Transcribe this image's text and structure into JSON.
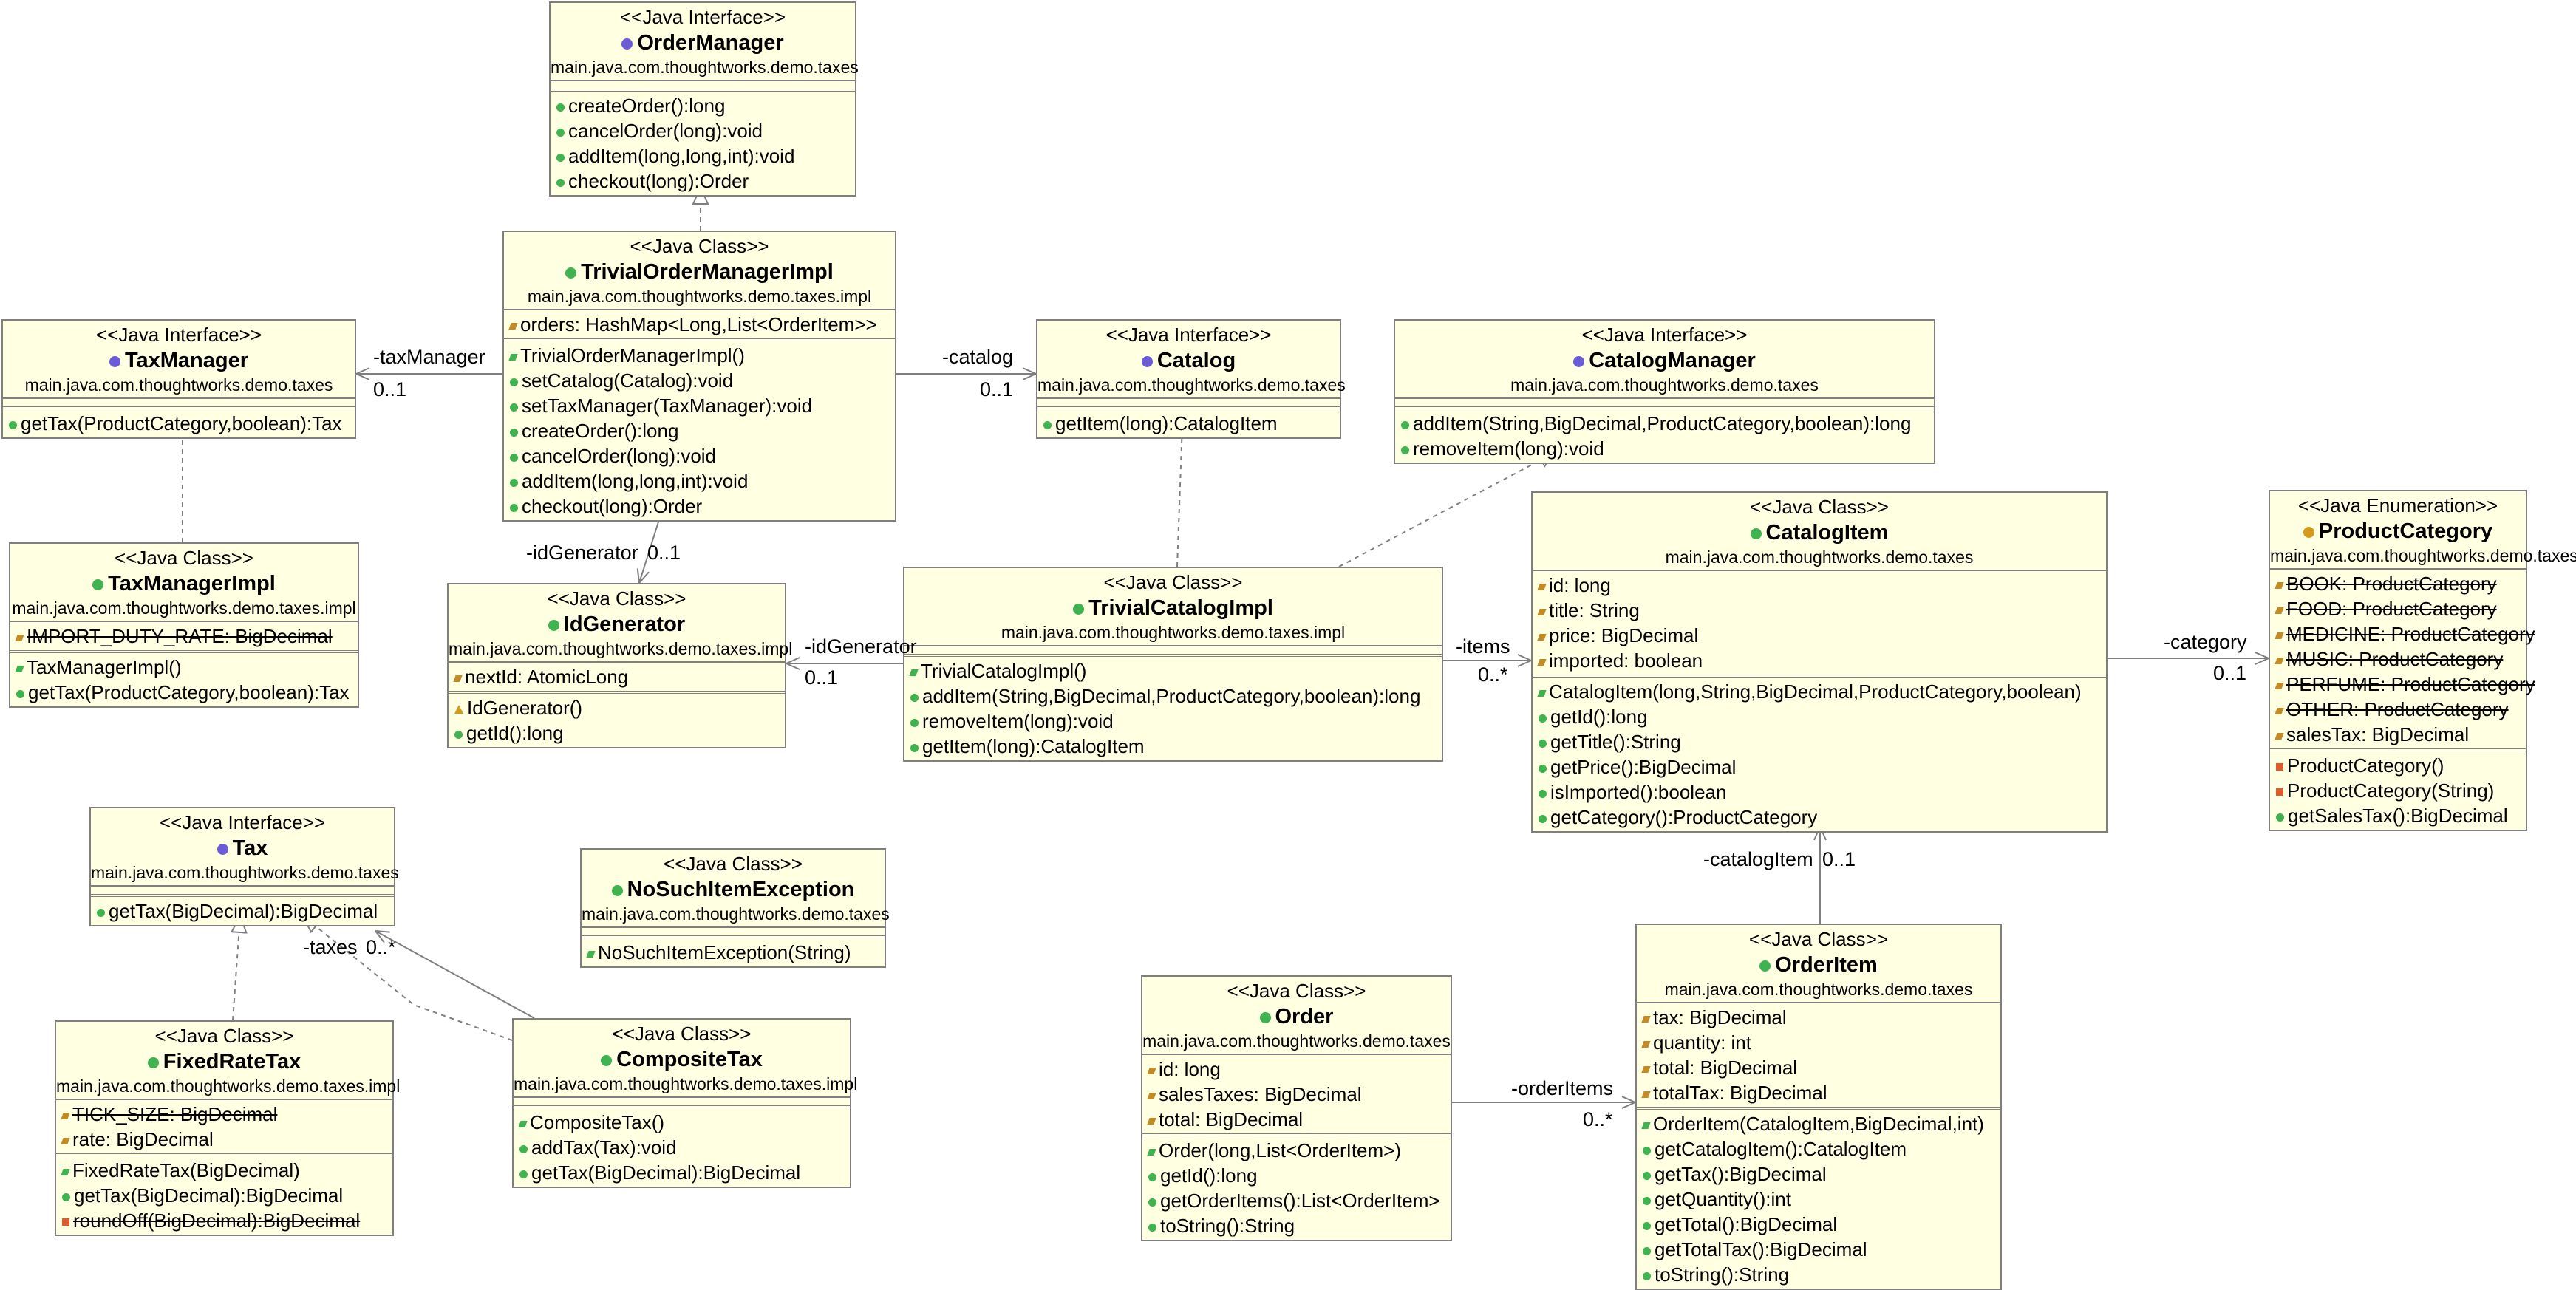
{
  "classes": {
    "order_manager": {
      "stereotype": "<<Java Interface>>",
      "name": "OrderManager",
      "package": "main.java.com.thoughtworks.demo.taxes",
      "methods": [
        "createOrder():long",
        "cancelOrder(long):void",
        "addItem(long,long,int):void",
        "checkout(long):Order"
      ]
    },
    "trivial_order_manager_impl": {
      "stereotype": "<<Java Class>>",
      "name": "TrivialOrderManagerImpl",
      "package": "main.java.com.thoughtworks.demo.taxes.impl",
      "fields": [
        "orders: HashMap<Long,List<OrderItem>>"
      ],
      "methods": [
        "TrivialOrderManagerImpl()",
        "setCatalog(Catalog):void",
        "setTaxManager(TaxManager):void",
        "createOrder():long",
        "cancelOrder(long):void",
        "addItem(long,long,int):void",
        "checkout(long):Order"
      ]
    },
    "tax_manager": {
      "stereotype": "<<Java Interface>>",
      "name": "TaxManager",
      "package": "main.java.com.thoughtworks.demo.taxes",
      "methods": [
        "getTax(ProductCategory,boolean):Tax"
      ]
    },
    "tax_manager_impl": {
      "stereotype": "<<Java Class>>",
      "name": "TaxManagerImpl",
      "package": "main.java.com.thoughtworks.demo.taxes.impl",
      "fields": [
        "IMPORT_DUTY_RATE: BigDecimal"
      ],
      "methods": [
        "TaxManagerImpl()",
        "getTax(ProductCategory,boolean):Tax"
      ]
    },
    "id_generator": {
      "stereotype": "<<Java Class>>",
      "name": "IdGenerator",
      "package": "main.java.com.thoughtworks.demo.taxes.impl",
      "fields": [
        "nextId: AtomicLong"
      ],
      "methods": [
        "IdGenerator()",
        "getId():long"
      ]
    },
    "catalog": {
      "stereotype": "<<Java Interface>>",
      "name": "Catalog",
      "package": "main.java.com.thoughtworks.demo.taxes",
      "methods": [
        "getItem(long):CatalogItem"
      ]
    },
    "catalog_manager": {
      "stereotype": "<<Java Interface>>",
      "name": "CatalogManager",
      "package": "main.java.com.thoughtworks.demo.taxes",
      "methods": [
        "addItem(String,BigDecimal,ProductCategory,boolean):long",
        "removeItem(long):void"
      ]
    },
    "trivial_catalog_impl": {
      "stereotype": "<<Java Class>>",
      "name": "TrivialCatalogImpl",
      "package": "main.java.com.thoughtworks.demo.taxes.impl",
      "methods": [
        "TrivialCatalogImpl()",
        "addItem(String,BigDecimal,ProductCategory,boolean):long",
        "removeItem(long):void",
        "getItem(long):CatalogItem"
      ]
    },
    "catalog_item": {
      "stereotype": "<<Java Class>>",
      "name": "CatalogItem",
      "package": "main.java.com.thoughtworks.demo.taxes",
      "fields": [
        "id: long",
        "title: String",
        "price: BigDecimal",
        "imported: boolean"
      ],
      "methods": [
        "CatalogItem(long,String,BigDecimal,ProductCategory,boolean)",
        "getId():long",
        "getTitle():String",
        "getPrice():BigDecimal",
        "isImported():boolean",
        "getCategory():ProductCategory"
      ]
    },
    "product_category": {
      "stereotype": "<<Java Enumeration>>",
      "name": "ProductCategory",
      "package": "main.java.com.thoughtworks.demo.taxes",
      "fields": [
        "BOOK: ProductCategory",
        "FOOD: ProductCategory",
        "MEDICINE: ProductCategory",
        "MUSIC: ProductCategory",
        "PERFUME: ProductCategory",
        "OTHER: ProductCategory",
        "salesTax: BigDecimal"
      ],
      "methods": [
        "ProductCategory()",
        "ProductCategory(String)",
        "getSalesTax():BigDecimal"
      ]
    },
    "tax": {
      "stereotype": "<<Java Interface>>",
      "name": "Tax",
      "package": "main.java.com.thoughtworks.demo.taxes",
      "methods": [
        "getTax(BigDecimal):BigDecimal"
      ]
    },
    "no_such_item_exception": {
      "stereotype": "<<Java Class>>",
      "name": "NoSuchItemException",
      "package": "main.java.com.thoughtworks.demo.taxes",
      "methods": [
        "NoSuchItemException(String)"
      ]
    },
    "fixed_rate_tax": {
      "stereotype": "<<Java Class>>",
      "name": "FixedRateTax",
      "package": "main.java.com.thoughtworks.demo.taxes.impl",
      "fields": [
        "TICK_SIZE: BigDecimal",
        "rate: BigDecimal"
      ],
      "methods": [
        "FixedRateTax(BigDecimal)",
        "getTax(BigDecimal):BigDecimal",
        "roundOff(BigDecimal):BigDecimal"
      ]
    },
    "composite_tax": {
      "stereotype": "<<Java Class>>",
      "name": "CompositeTax",
      "package": "main.java.com.thoughtworks.demo.taxes.impl",
      "methods": [
        "CompositeTax()",
        "addTax(Tax):void",
        "getTax(BigDecimal):BigDecimal"
      ]
    },
    "order": {
      "stereotype": "<<Java Class>>",
      "name": "Order",
      "package": "main.java.com.thoughtworks.demo.taxes",
      "fields": [
        "id: long",
        "salesTaxes: BigDecimal",
        "total: BigDecimal"
      ],
      "methods": [
        "Order(long,List<OrderItem>)",
        "getId():long",
        "getOrderItems():List<OrderItem>",
        "toString():String"
      ]
    },
    "order_item": {
      "stereotype": "<<Java Class>>",
      "name": "OrderItem",
      "package": "main.java.com.thoughtworks.demo.taxes",
      "fields": [
        "tax: BigDecimal",
        "quantity: int",
        "total: BigDecimal",
        "totalTax: BigDecimal"
      ],
      "methods": [
        "OrderItem(CatalogItem,BigDecimal,int)",
        "getCatalogItem():CatalogItem",
        "getTax():BigDecimal",
        "getQuantity():int",
        "getTotal():BigDecimal",
        "getTotalTax():BigDecimal",
        "toString():String"
      ]
    }
  },
  "labels": {
    "tax_manager_role": "-taxManager",
    "tax_manager_mult": "0..1",
    "catalog_role": "-catalog",
    "catalog_mult": "0..1",
    "idgen_role_1": "-idGenerator",
    "idgen_mult_1": "0..1",
    "idgen_role_2": "-idGenerator",
    "idgen_mult_2": "0..1",
    "items_role": "-items",
    "items_mult": "0..*",
    "category_role": "-category",
    "category_mult": "0..1",
    "catalog_item_role": "-catalogItem",
    "catalog_item_mult": "0..1",
    "taxes_role": "-taxes",
    "taxes_mult": "0..*",
    "order_items_role": "-orderItems",
    "order_items_mult": "0..*"
  },
  "colors": {
    "box_fill": "#ffffe1",
    "box_border": "#7f7f7f",
    "connector": "#7f7f7f",
    "public_icon": "#3fb34f",
    "private_icon": "#e05a2b",
    "interface_icon": "#6b5bd6",
    "enum_icon": "#d49a1c"
  }
}
